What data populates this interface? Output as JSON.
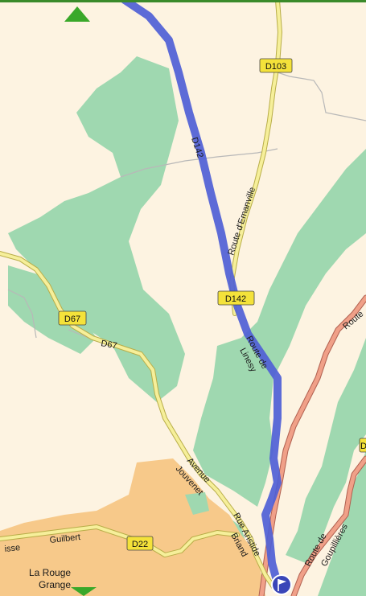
{
  "map": {
    "colors": {
      "background": "#fdf3e1",
      "forest": "#9fd8b0",
      "urban": "#f7c98a",
      "route": "#4f5fd6",
      "road_yellow": "#f6ef9a",
      "road_salmon": "#f0a088",
      "boundary": "#b8b8b8",
      "shield_fill": "#f4e23a",
      "top_border": "#3a8a2a"
    },
    "shields": {
      "d103": "D103",
      "d142": "D142",
      "d67_a": "D67",
      "d22": "D22",
      "d_partial": "D"
    },
    "labels": {
      "d142_vertical": "D142",
      "route_emanville": "Route d'Emanville",
      "route_linesy_1": "Route de",
      "route_linesy_2": "Linesy",
      "d67_road": "D67",
      "avenue_jouvenet_1": "Avenue",
      "avenue_jouvenet_2": "Jouvenet",
      "rue_aristide_1": "Rue Aristide",
      "rue_aristide_2": "Briand",
      "route_goupillieres_1": "Route de",
      "route_goupillieres_2": "Goupillières",
      "route_right": "Route",
      "guilbert": "Guilbert",
      "isse": "isse",
      "la_rouge_1": "La Rouge",
      "la_rouge_2": "Grange"
    },
    "icons": {
      "top_arrow": "arrow-up-icon",
      "bottom_arrow": "arrow-down-icon",
      "destination": "flag-icon"
    }
  }
}
